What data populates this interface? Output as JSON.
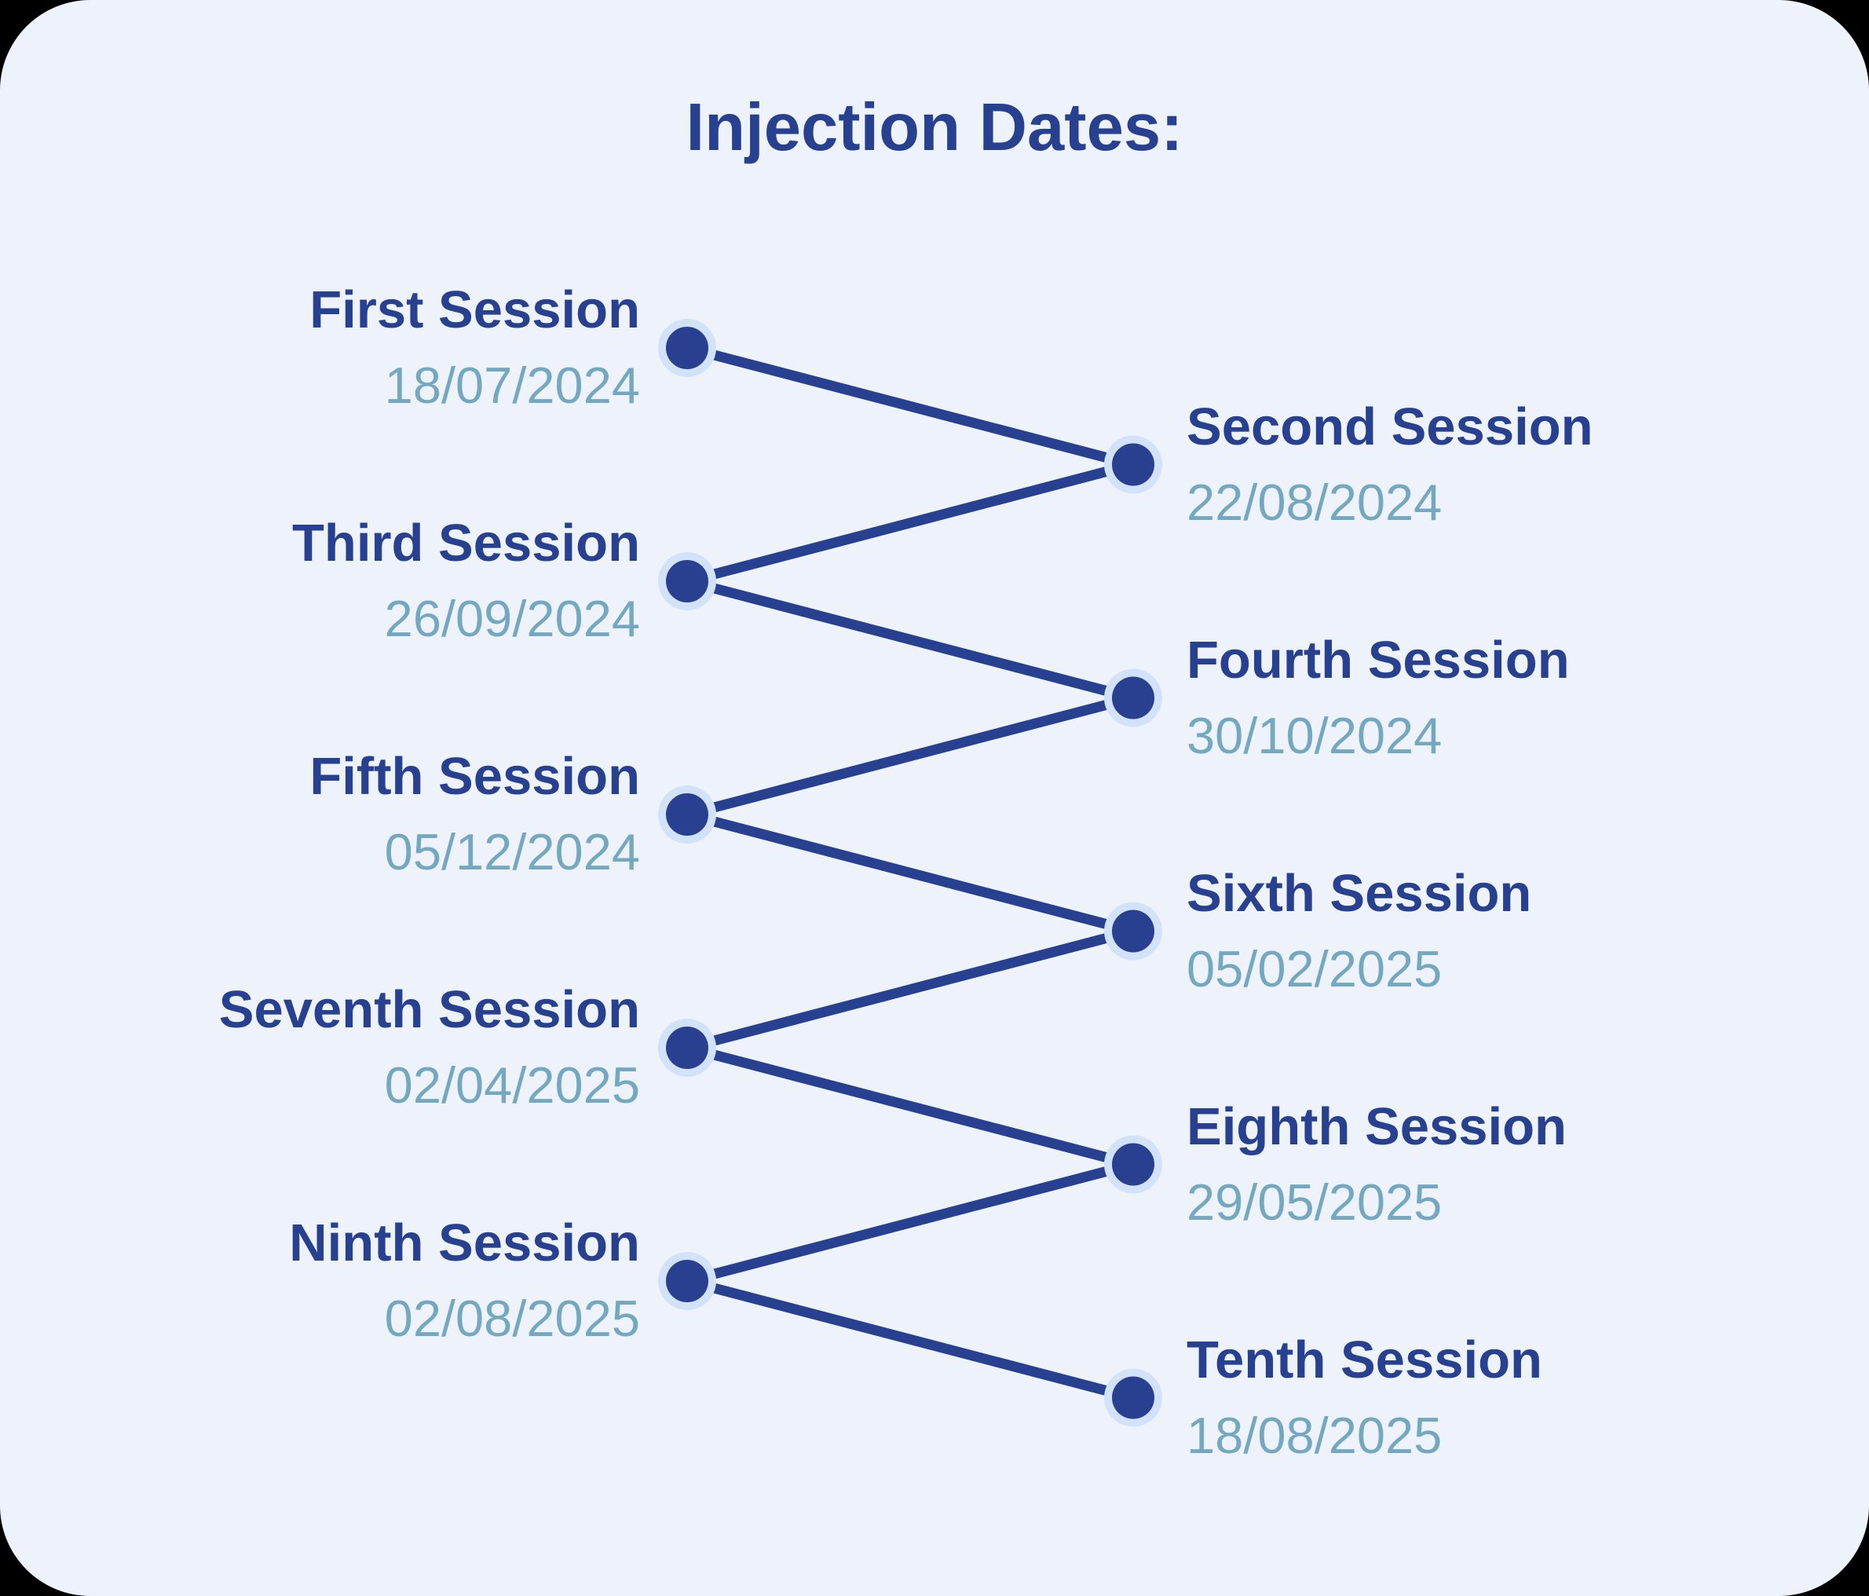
{
  "title": "Injection Dates:",
  "sessions": [
    {
      "label": "First Session",
      "date": "18/07/2024",
      "side": "left"
    },
    {
      "label": "Second Session",
      "date": "22/08/2024",
      "side": "right"
    },
    {
      "label": "Third Session",
      "date": "26/09/2024",
      "side": "left"
    },
    {
      "label": "Fourth Session",
      "date": "30/10/2024",
      "side": "right"
    },
    {
      "label": "Fifth Session",
      "date": "05/12/2024",
      "side": "left"
    },
    {
      "label": "Sixth Session",
      "date": "05/02/2025",
      "side": "right"
    },
    {
      "label": "Seventh Session",
      "date": "02/04/2025",
      "side": "left"
    },
    {
      "label": "Eighth Session",
      "date": "29/05/2025",
      "side": "right"
    },
    {
      "label": "Ninth Session",
      "date": "02/08/2025",
      "side": "left"
    },
    {
      "label": "Tenth Session",
      "date": "18/08/2025",
      "side": "right"
    }
  ],
  "colors": {
    "canvas": "#000000",
    "card_background": "#eef2fa",
    "navy": "#27408f",
    "date_teal": "#74a8c1",
    "dot": "#28408f",
    "dot_halo": "#d2e2f8",
    "connector_line": "#27408f"
  }
}
